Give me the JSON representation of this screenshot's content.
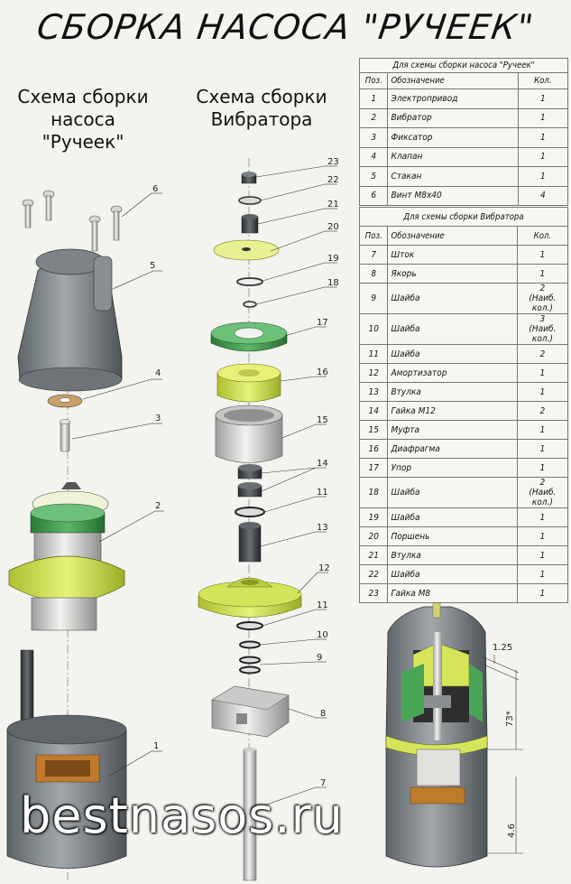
{
  "title": "СБОРКА НАСОСА \"РУЧЕЕК\"",
  "subtitle_left": [
    "Схема сборки",
    "насоса \"Ручеек\""
  ],
  "subtitle_right": [
    "Схема сборки",
    "Вибратора"
  ],
  "table1": {
    "header": "Для схемы сборки насоса \"Ручеек\"",
    "columns": [
      "Поз.",
      "Обозначение",
      "Кол."
    ],
    "rows": [
      {
        "pos": "1",
        "name": "Электропривод",
        "qty": "1"
      },
      {
        "pos": "2",
        "name": "Вибратор",
        "qty": "1"
      },
      {
        "pos": "3",
        "name": "Фиксатор",
        "qty": "1"
      },
      {
        "pos": "4",
        "name": "Клапан",
        "qty": "1"
      },
      {
        "pos": "5",
        "name": "Стакан",
        "qty": "1"
      },
      {
        "pos": "6",
        "name": "Винт М8х40",
        "qty": "4"
      }
    ]
  },
  "table2": {
    "header": "Для схемы сборки Вибратора",
    "columns": [
      "Поз.",
      "Обозначение",
      "Кол."
    ],
    "rows": [
      {
        "pos": "7",
        "name": "Шток",
        "qty": "1"
      },
      {
        "pos": "8",
        "name": "Якорь",
        "qty": "1"
      },
      {
        "pos": "9",
        "name": "Шайба",
        "qty": "2",
        "qty_note": "(Наиб. кол.)"
      },
      {
        "pos": "10",
        "name": "Шайба",
        "qty": "3",
        "qty_note": "(Наиб. кол.)"
      },
      {
        "pos": "11",
        "name": "Шайба",
        "qty": "2"
      },
      {
        "pos": "12",
        "name": "Амортизатор",
        "qty": "1"
      },
      {
        "pos": "13",
        "name": "Втулка",
        "qty": "1"
      },
      {
        "pos": "14",
        "name": "Гайка М12",
        "qty": "2"
      },
      {
        "pos": "15",
        "name": "Муфта",
        "qty": "1"
      },
      {
        "pos": "16",
        "name": "Диафрагма",
        "qty": "1"
      },
      {
        "pos": "17",
        "name": "Упор",
        "qty": "1"
      },
      {
        "pos": "18",
        "name": "Шайба",
        "qty": "2",
        "qty_note": "(Наиб. кол.)"
      },
      {
        "pos": "19",
        "name": "Шайба",
        "qty": "1"
      },
      {
        "pos": "20",
        "name": "Поршень",
        "qty": "1"
      },
      {
        "pos": "21",
        "name": "Втулка",
        "qty": "1"
      },
      {
        "pos": "22",
        "name": "Шайба",
        "qty": "1"
      },
      {
        "pos": "23",
        "name": "Гайка М8",
        "qty": "1"
      }
    ]
  },
  "callouts_left": [
    "6",
    "5",
    "4",
    "3",
    "2",
    "1"
  ],
  "callouts_right": [
    "23",
    "22",
    "21",
    "20",
    "19",
    "18",
    "17",
    "16",
    "15",
    "14",
    "11",
    "13",
    "12",
    "11",
    "10",
    "9",
    "8",
    "7"
  ],
  "dimensions": [
    "1.25",
    "73*",
    "4.6"
  ],
  "watermark": "bestnasos.ru",
  "colors": {
    "body_gray": "#8d9296",
    "green_dark": "#3e9a4a",
    "yellow_green": "#d9ea5a",
    "brass": "#c98a3a",
    "steel": "#d8d9d6"
  }
}
